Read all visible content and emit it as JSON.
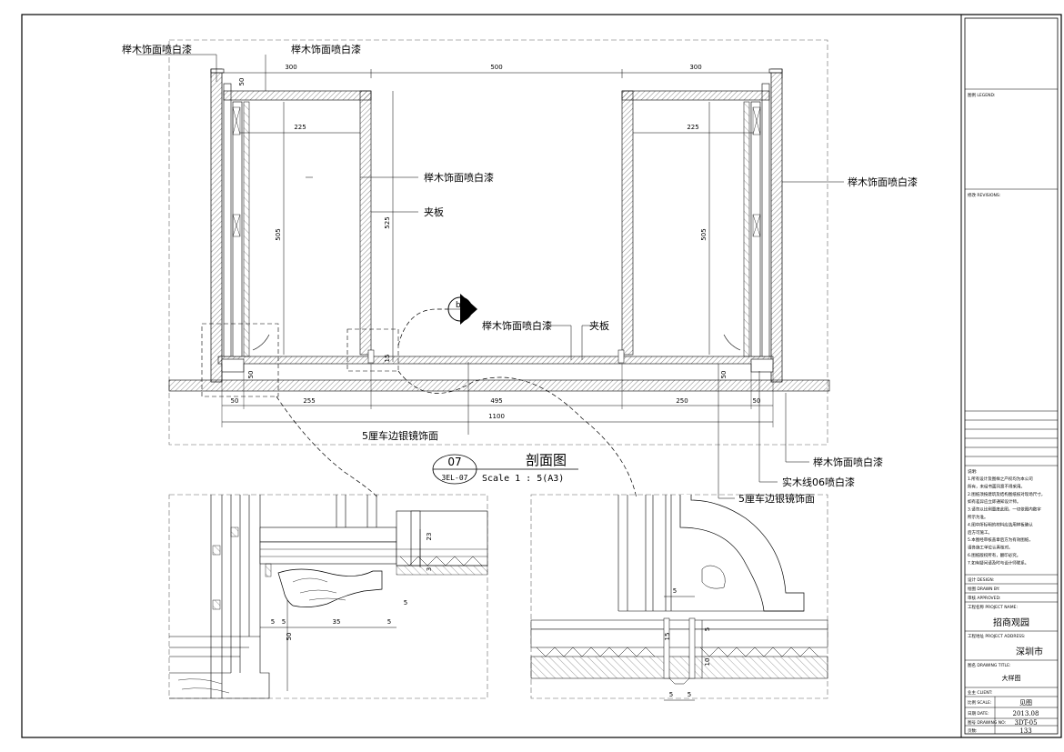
{
  "labels": {
    "beech_top_left": "榉木饰面喷白漆",
    "beech_top_mid": "榉木饰面喷白漆",
    "beech_left_inner": "榉木饰面喷白漆",
    "plywood_left": "夹板",
    "beech_center": "榉木饰面喷白漆",
    "plywood_center": "夹板",
    "beech_right": "榉木饰面喷白漆",
    "mirror_bottom": "5厘车边银镜饰面",
    "beech_bottom_right": "榉木饰面喷白漆",
    "solid_wood_line": "实木线06喷白漆",
    "mirror_bottom_right": "5厘车边银镜饰面"
  },
  "section_marker": {
    "letter": "b"
  },
  "dims_top": {
    "d1": "300",
    "d2": "500",
    "d3": "300"
  },
  "dims_inner": {
    "left_w": "225",
    "right_w": "225",
    "left_h": "505",
    "mid_h": "525",
    "right_h": "505",
    "top_gap": "50"
  },
  "dims_bottom": {
    "b1": "50",
    "b2": "255",
    "b3": "495",
    "b4": "250",
    "b5": "50",
    "total": "1100",
    "small_left": "50",
    "small_right": "50",
    "center_small": "15"
  },
  "detail_dims": {
    "a1": "5",
    "a2": "5",
    "a3": "35",
    "a4": "5",
    "a5": "50",
    "a6": "5",
    "a7": "23",
    "a8": "3",
    "b1": "5",
    "b2": "5",
    "b3": "15",
    "b4": "5",
    "b5": "10",
    "b6": "5"
  },
  "title_block": {
    "number": "07",
    "sheet_ref": "3EL-07",
    "title": "剖面图",
    "scale": "Scale 1 : 5(A3)"
  },
  "sidebar": {
    "legend_label": "图例 LEGEND:",
    "revision_label": "修改 REVISIONS:",
    "notes_label": "说明:",
    "notes": [
      "1.所有设计及图样之产权均为本公司",
      "所有，未经书面同意不得采用。",
      "2.图纸须按建筑及结构图纸核对现场尺寸，",
      "如有差异应立即通知设计师。",
      "3.请勿以比例量度此图，一切依图内数字",
      "所示为准。",
      "4.图中所标明的材料应选用样板确认",
      "后方可施工。",
      "5.本图经审核盖章后方为有效图纸，",
      "请各施工单位认真核对。",
      "6.图纸版权所有，翻印必究。",
      "7.如有疑问请及时与设计师联系。"
    ],
    "design_label": "设计 DESIGN:",
    "drawn_label": "绘图 DRAWN BY:",
    "approved_label": "审核 APPROVED:",
    "project_name_label": "工程名称 PROJECT NAME:",
    "project_name": "招商观园",
    "project_address_label": "工程地址 PROJECT ADDRESS:",
    "project_address": "深圳市",
    "drawing_title_label": "图名 DRAWING TITLE:",
    "drawing_title": "大样图",
    "client_label": "业主 CLIENT:",
    "scale_label": "比例 SCALE:",
    "scale_value": "见图",
    "date_label": "日期 DATE:",
    "date_value": "2013.08",
    "drawing_no_label": "图号 DRAWING NO:",
    "drawing_no": "3DT-05",
    "page_label": "页数:",
    "page_value": "133"
  }
}
